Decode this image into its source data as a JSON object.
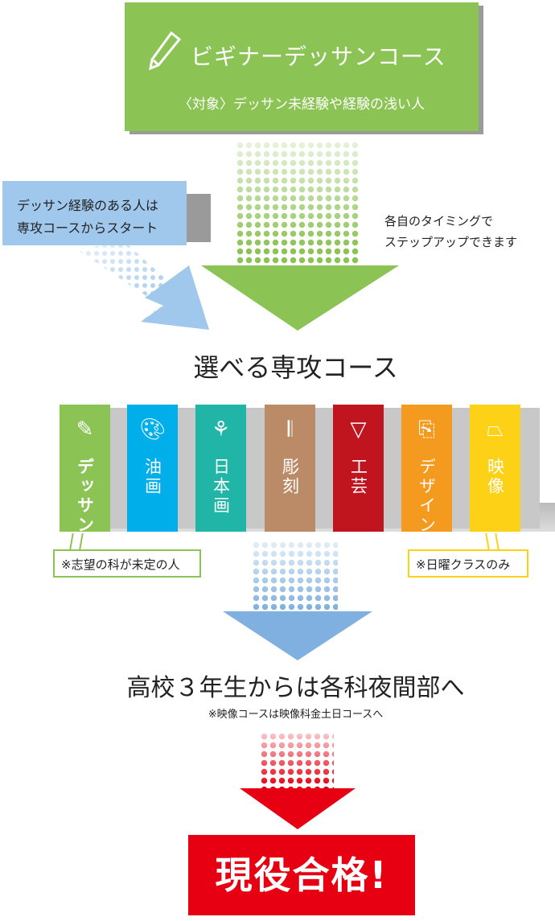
{
  "beginner": {
    "title": "ビギナーデッサンコース",
    "subtitle": "〈対象〉デッサン未経験や経験の浅い人",
    "icon": "pencil-icon"
  },
  "experienced_note": {
    "line1": "デッサン経験のある人は",
    "line2": "専攻コースからスタート"
  },
  "timing_note": {
    "line1": "各自のタイミングで",
    "line2": "ステップアップできます"
  },
  "majors_heading": "選べる専攻コース",
  "majors": [
    {
      "label": "デッサン",
      "icon": "pencil-icon",
      "color": "#8bc354"
    },
    {
      "label": "油画",
      "icon": "palette-icon",
      "color": "#00aeea"
    },
    {
      "label": "日本画",
      "icon": "flower-icon",
      "color": "#21b5a8"
    },
    {
      "label": "彫刻",
      "icon": "chisel-icon",
      "color": "#bb8a66"
    },
    {
      "label": "工芸",
      "icon": "funnel-icon",
      "color": "#c0141f"
    },
    {
      "label": "デザイン",
      "icon": "paper-roll-icon",
      "color": "#f39a1f"
    },
    {
      "label": "映像",
      "icon": "projector-icon",
      "color": "#fcd116"
    }
  ],
  "note_dessin": "※志望の科が未定の人",
  "note_video": "※日曜クラスのみ",
  "next_step": "高校３年生からは各科夜間部へ",
  "next_step_note": "※映像コースは映像科金土日コースへ",
  "goal": "現役合格!"
}
